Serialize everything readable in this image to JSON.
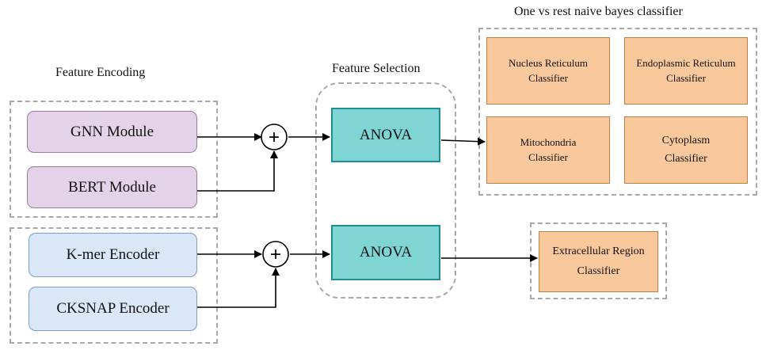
{
  "headings": {
    "feature_encoding": "Feature Encoding",
    "feature_selection": "Feature Selection",
    "classifier_group": "One vs rest naive bayes classifier"
  },
  "encoders": {
    "gnn": "GNN Module",
    "bert": "BERT Module",
    "kmer": "K-mer Encoder",
    "cksnap": "CKSNAP Encoder"
  },
  "selection": {
    "anova_top": "ANOVA",
    "anova_bottom": "ANOVA"
  },
  "operators": {
    "plus_symbol": "+"
  },
  "classifiers": {
    "nucleus": "Nucleus Reticulum\nClassifier",
    "endoplasmic": "Endoplasmic Reticulum\nClassifier",
    "mitochondria": "Mitochondria\nClassifier",
    "cytoplasm": "Cytoplasm\nClassifier",
    "extracellular": "Extracellular Region\nClassifier"
  },
  "colors": {
    "encoder_purple": "#e4d3e8",
    "encoder_blue": "#d9e7f9",
    "anova_teal": "#7fd5d3",
    "classifier_orange": "#f9c89d",
    "dashed_border": "#a8a8a8"
  }
}
